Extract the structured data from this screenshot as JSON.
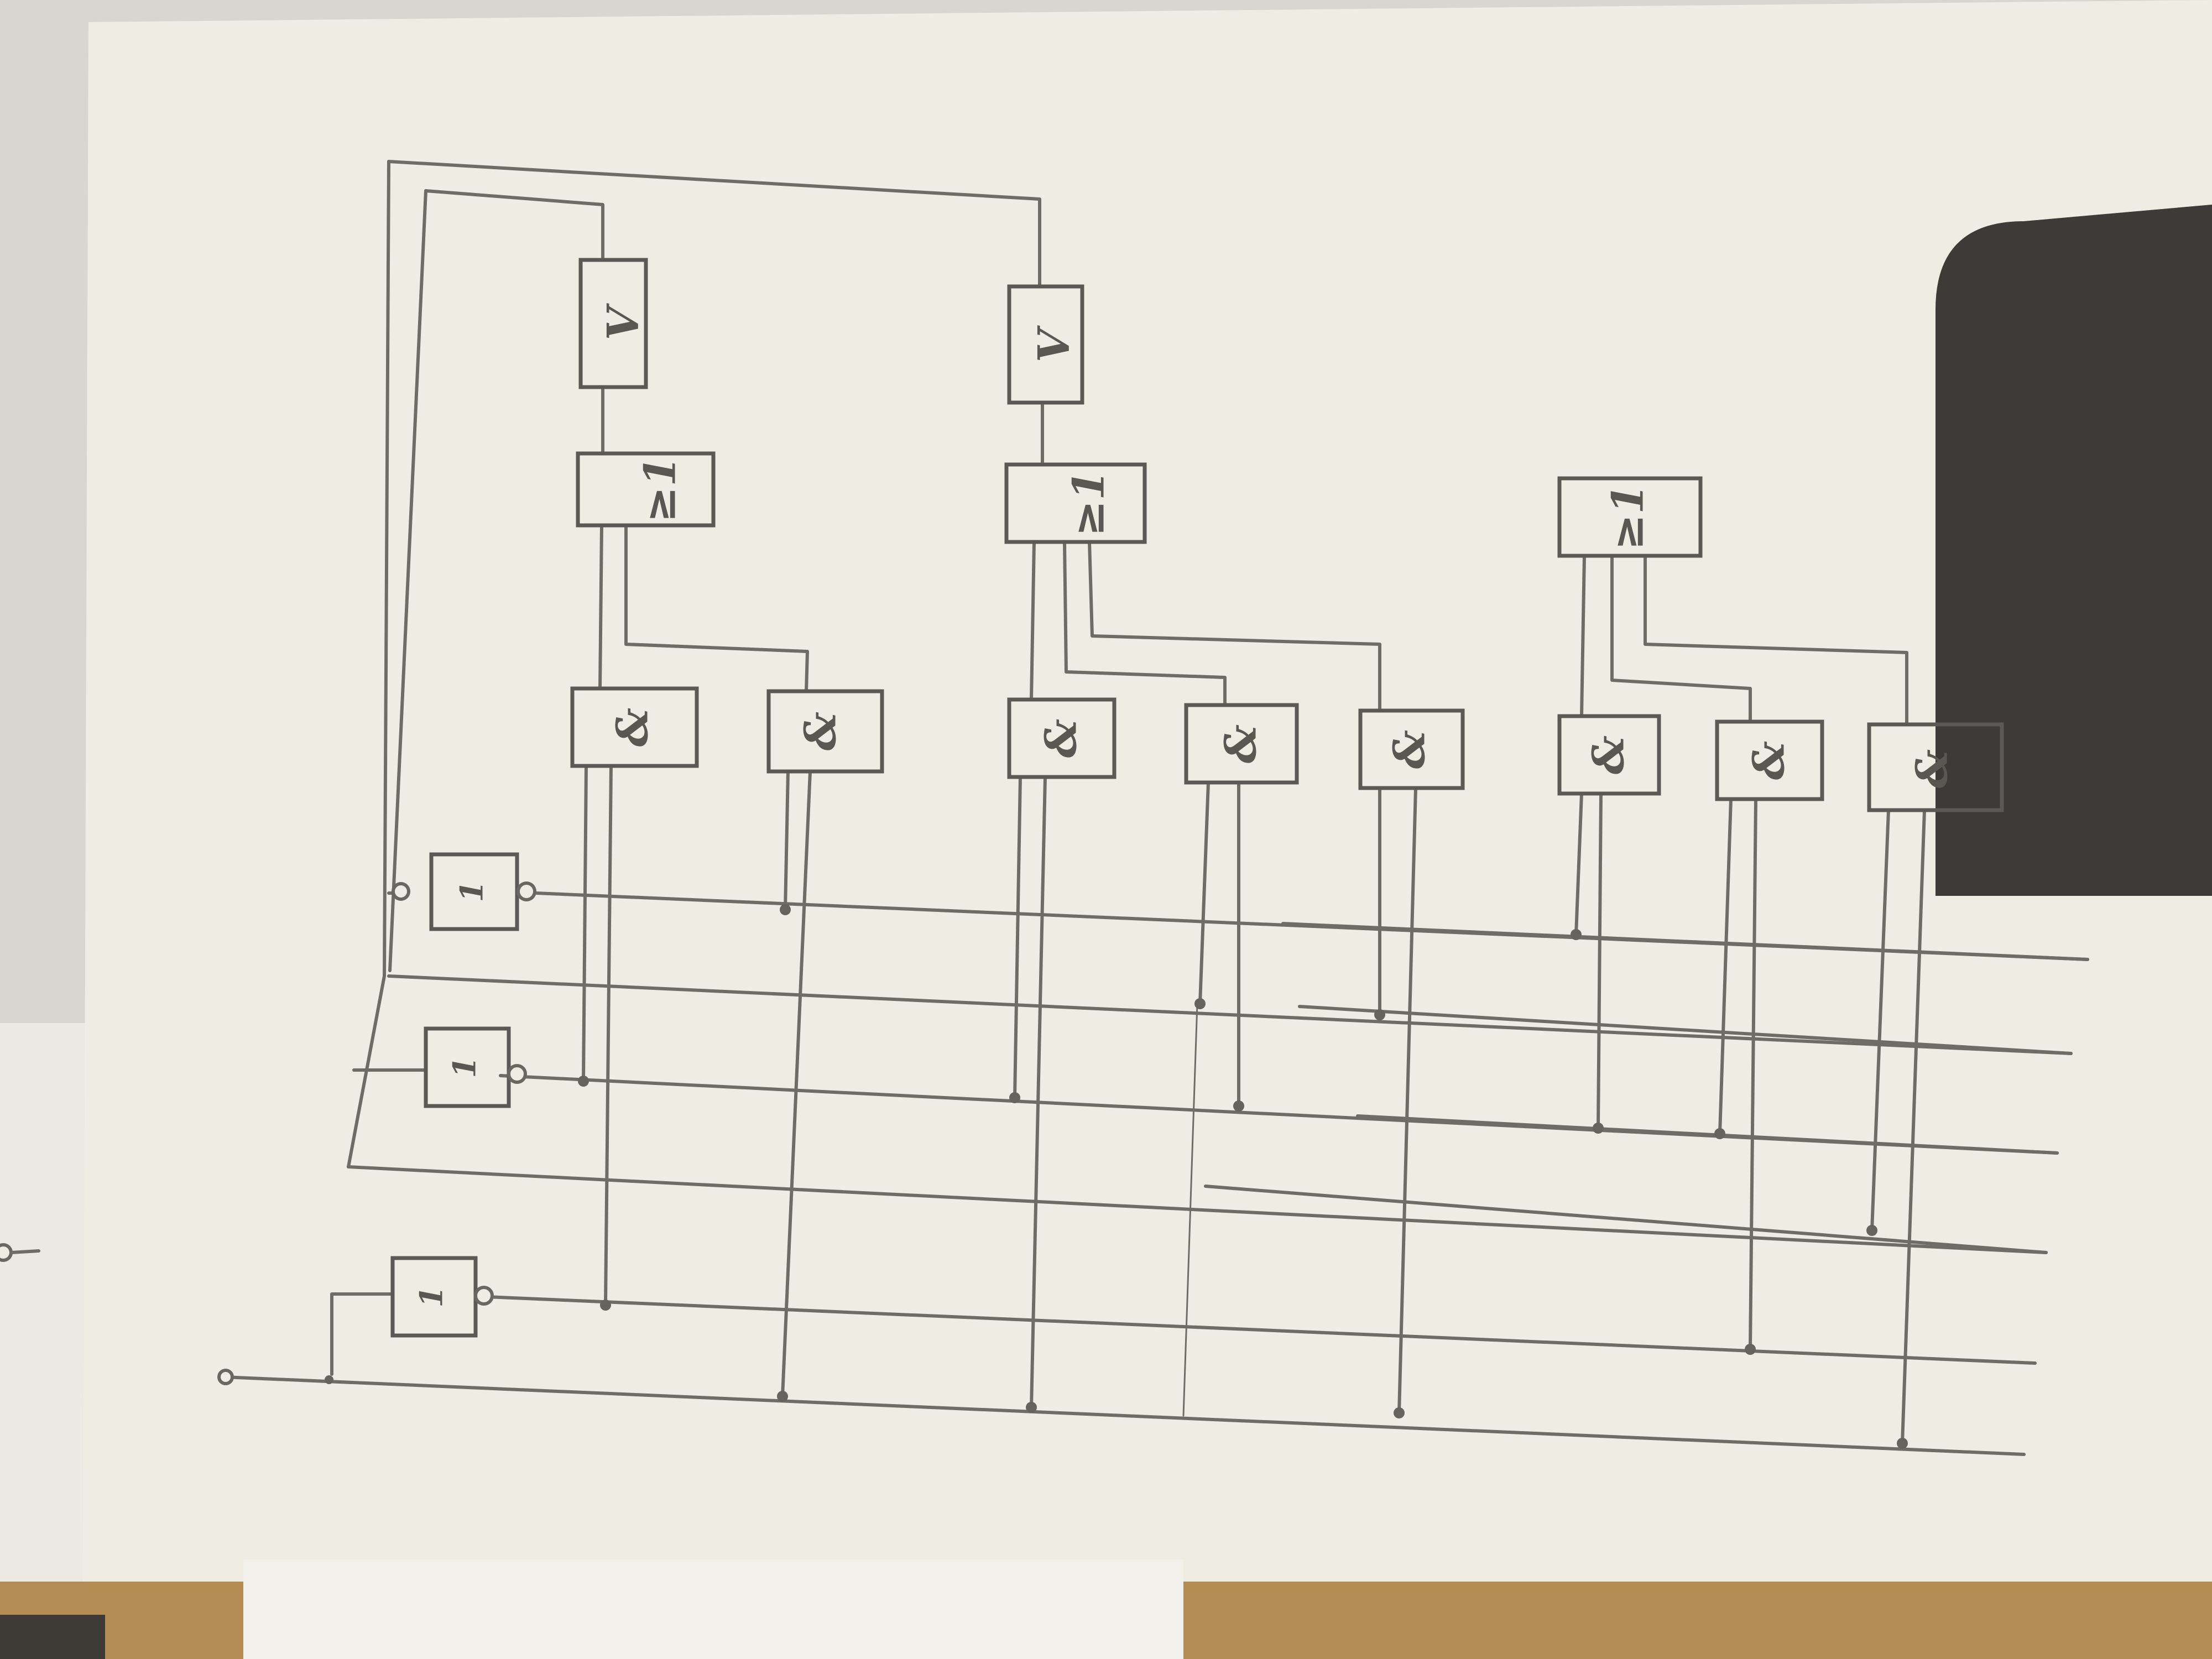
{
  "diagram": {
    "kind": "hand-drawn logic circuit on paper (photographed, rotated)",
    "gate_labels": {
      "and": "&",
      "or": "≥1",
      "not": "1",
      "output": "V"
    },
    "colors": {
      "paper": "#efece3",
      "pencil": "#6f6c66",
      "background_wood": "#a88552",
      "shadow": "#3d3a38"
    }
  }
}
